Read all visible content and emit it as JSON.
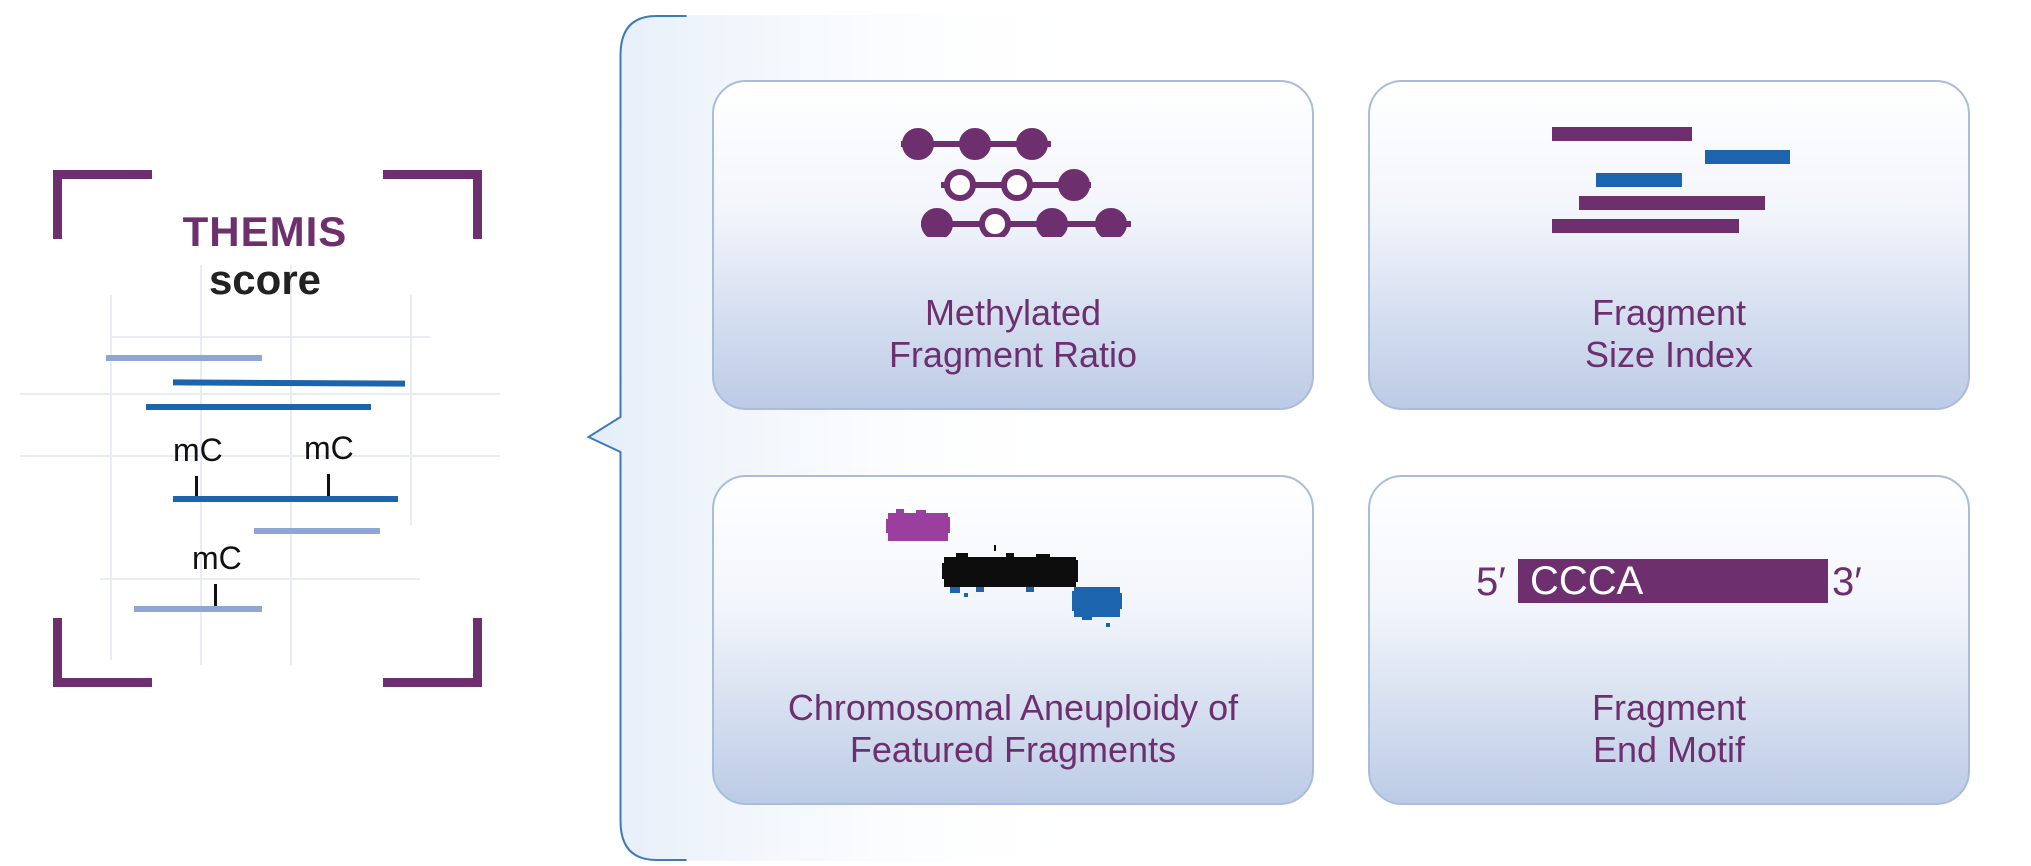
{
  "themis": {
    "title": "THEMIS",
    "subtitle": "score",
    "mc_label": "mC"
  },
  "cards": [
    {
      "line1": "Methylated",
      "line2": "Fragment Ratio",
      "icon": "methylation-fragments-icon"
    },
    {
      "line1": "Fragment",
      "line2": "Size Index",
      "icon": "fragment-size-bars-icon"
    },
    {
      "line1": "Chromosomal Aneuploidy of",
      "line2": "Featured Fragments",
      "icon": "aneuploidy-scatter-icon"
    },
    {
      "line1": "Fragment",
      "line2": "End Motif",
      "icon": "end-motif-icon"
    }
  ],
  "motif": {
    "five_prime": "5′",
    "sequence": "CCCA",
    "three_prime": "3′"
  },
  "colors": {
    "purple": "#6e2f6f",
    "blue": "#1c64ad",
    "light_blue": "#8fa6d4",
    "border": "#a9bcdc"
  }
}
